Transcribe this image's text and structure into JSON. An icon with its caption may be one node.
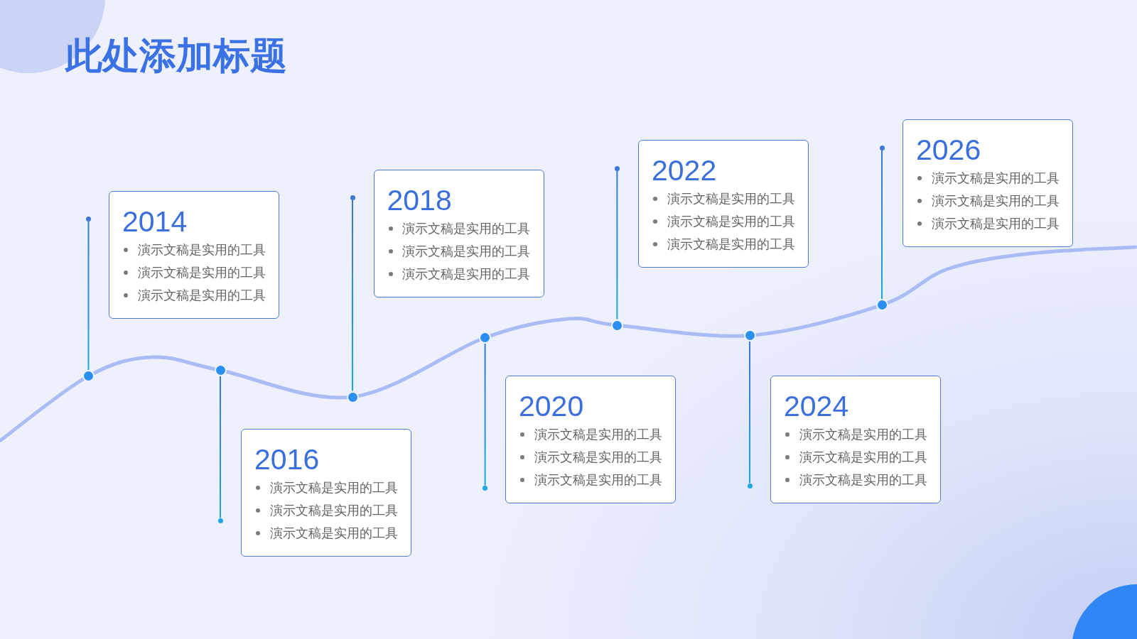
{
  "diagram": {
    "title": "此处添加标题",
    "nodes": [
      {
        "text": [
          "2014",
          "演示文稿是实用的工具",
          "演示文稿是实用的工具",
          "演示文稿是实用的工具"
        ]
      },
      {
        "text": [
          "2016",
          "演示文稿是实用的工具",
          "演示文稿是实用的工具",
          "演示文稿是实用的工具"
        ]
      },
      {
        "text": [
          "2018",
          "演示文稿是实用的工具",
          "演示文稿是实用的工具",
          "演示文稿是实用的工具"
        ]
      },
      {
        "text": [
          "2020",
          "演示文稿是实用的工具",
          "演示文稿是实用的工具",
          "演示文稿是实用的工具"
        ]
      },
      {
        "text": [
          "2022",
          "演示文稿是实用的工具",
          "演示文稿是实用的工具",
          "演示文稿是实用的工具"
        ]
      },
      {
        "text": [
          "2024",
          "演示文稿是实用的工具",
          "演示文稿是实用的工具",
          "演示文稿是实用的工具"
        ]
      },
      {
        "text": [
          "2026",
          "演示文稿是实用的工具",
          "演示文稿是实用的工具",
          "演示文稿是实用的工具"
        ]
      },
      {
        "text": [],
        "shape": "circle"
      },
      {
        "text": [],
        "shape": "circle"
      },
      {
        "text": [],
        "shape": "circle"
      },
      {
        "text": [],
        "shape": "circle"
      },
      {
        "text": [],
        "shape": "circle"
      },
      {
        "text": [],
        "shape": "circle"
      },
      {
        "text": [],
        "shape": "circle"
      },
      {
        "text": [],
        "shape": "circle"
      },
      {
        "text": [],
        "shape": "circle"
      },
      {
        "text": [],
        "shape": "circle"
      },
      {
        "text": [],
        "shape": "circle"
      },
      {
        "text": [],
        "shape": "circle"
      },
      {
        "text": [],
        "shape": "circle"
      },
      {
        "text": [],
        "shape": "circle"
      }
    ],
    "edges": [
      {
        "from": 7,
        "to": 14,
        "arrow": "none"
      },
      {
        "from": 8,
        "to": 15,
        "arrow": "none"
      },
      {
        "from": 9,
        "to": 16,
        "arrow": "none"
      },
      {
        "from": 10,
        "to": 17,
        "arrow": "none"
      },
      {
        "from": 11,
        "to": 18,
        "arrow": "none"
      },
      {
        "from": 12,
        "to": 19,
        "arrow": "none"
      },
      {
        "from": 13,
        "to": 20,
        "arrow": "none"
      }
    ]
  }
}
